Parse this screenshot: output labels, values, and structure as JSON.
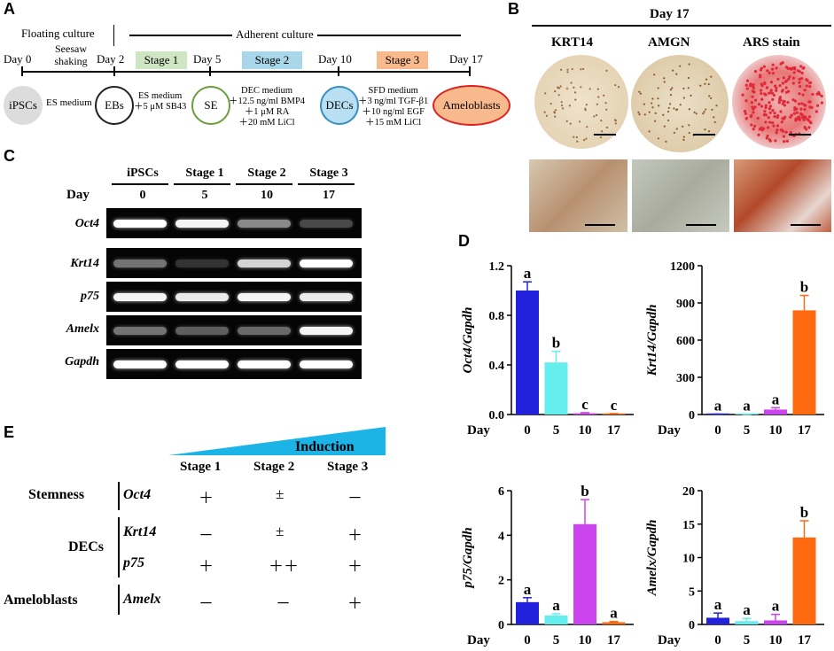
{
  "panels": {
    "a": "A",
    "b": "B",
    "c": "C",
    "d": "D",
    "e": "E"
  },
  "panelA": {
    "floating": "Floating culture",
    "adherent": "Adherent culture",
    "seesaw": "Seesaw shaking",
    "days": [
      "Day 0",
      "Day 2",
      "Day 5",
      "Day 10",
      "Day 17"
    ],
    "stages": [
      {
        "label": "Stage 1",
        "color": "#cfe6c2"
      },
      {
        "label": "Stage 2",
        "color": "#a9d7ea"
      },
      {
        "label": "Stage 3",
        "color": "#f8b98c"
      }
    ],
    "cells": [
      "iPSCs",
      "EBs",
      "SE",
      "DECs",
      "Ameloblasts"
    ],
    "es_medium": "ES medium",
    "eb_cond": [
      "ES medium",
      "＋5 μM SB43"
    ],
    "se_cond": [
      "DEC medium",
      "＋12.5 ng/ml BMP4",
      "＋1 μM RA",
      "＋20 mM LiCl"
    ],
    "dec_cond": [
      "SFD medium",
      "＋3 ng/ml TGF-β1",
      "＋10 ng/ml EGF",
      "＋15 mM LiCl"
    ]
  },
  "panelB": {
    "title": "Day 17",
    "cols": [
      "KRT14",
      "AMGN",
      "ARS stain"
    ]
  },
  "panelC": {
    "headers": [
      "iPSCs",
      "Stage 1",
      "Stage 2",
      "Stage 3"
    ],
    "day_label": "Day",
    "days": [
      "0",
      "5",
      "10",
      "17"
    ],
    "genes": [
      "Oct4",
      "Krt14",
      "p75",
      "Amelx",
      "Gapdh"
    ],
    "intensity": [
      [
        1.0,
        0.95,
        0.45,
        0.15
      ],
      [
        0.35,
        0.05,
        0.8,
        1.0
      ],
      [
        0.95,
        0.9,
        0.95,
        0.9
      ],
      [
        0.35,
        0.25,
        0.3,
        0.95
      ],
      [
        1.0,
        1.0,
        1.0,
        1.0
      ]
    ]
  },
  "chart_data": [
    {
      "type": "bar",
      "ylabel": "Oct4/Gapdh",
      "x_title": "Day",
      "categories": [
        "0",
        "5",
        "10",
        "17"
      ],
      "values": [
        1.0,
        0.42,
        0.01,
        0.005
      ],
      "errors": [
        0.07,
        0.09,
        0.005,
        0.003
      ],
      "letters": [
        "a",
        "b",
        "c",
        "c"
      ],
      "ylim": [
        0,
        1.2
      ],
      "yticks": [
        "0.0",
        "0.4",
        "0.8",
        "1.2"
      ],
      "colors": [
        "#2222dd",
        "#66eeee",
        "#cc44ee",
        "#ff6a10"
      ]
    },
    {
      "type": "bar",
      "ylabel": "Krt14/Gapdh",
      "x_title": "Day",
      "categories": [
        "0",
        "5",
        "10",
        "17"
      ],
      "values": [
        2,
        1,
        40,
        840
      ],
      "errors": [
        1,
        1,
        15,
        120
      ],
      "letters": [
        "a",
        "a",
        "a",
        "b"
      ],
      "ylim": [
        0,
        1200
      ],
      "yticks": [
        "0",
        "300",
        "600",
        "900",
        "1200"
      ],
      "colors": [
        "#2222dd",
        "#66eeee",
        "#cc44ee",
        "#ff6a10"
      ]
    },
    {
      "type": "bar",
      "ylabel": "p75/Gapdh",
      "x_title": "Day",
      "categories": [
        "0",
        "5",
        "10",
        "17"
      ],
      "values": [
        1.0,
        0.4,
        4.5,
        0.1
      ],
      "errors": [
        0.2,
        0.08,
        1.1,
        0.03
      ],
      "letters": [
        "a",
        "a",
        "b",
        "a"
      ],
      "ylim": [
        0,
        6
      ],
      "yticks": [
        "0",
        "2",
        "4",
        "6"
      ],
      "colors": [
        "#2222dd",
        "#66eeee",
        "#cc44ee",
        "#ff6a10"
      ]
    },
    {
      "type": "bar",
      "ylabel": "Amelx/Gapdh",
      "x_title": "Day",
      "categories": [
        "0",
        "5",
        "10",
        "17"
      ],
      "values": [
        1.0,
        0.5,
        0.6,
        13
      ],
      "errors": [
        0.7,
        0.4,
        0.9,
        2.5
      ],
      "letters": [
        "a",
        "a",
        "a",
        "b"
      ],
      "ylim": [
        0,
        20
      ],
      "yticks": [
        "0",
        "5",
        "10",
        "15",
        "20"
      ],
      "colors": [
        "#2222dd",
        "#66eeee",
        "#cc44ee",
        "#ff6a10"
      ]
    }
  ],
  "panelE": {
    "induction": "Induction",
    "stages": [
      "Stage 1",
      "Stage 2",
      "Stage 3"
    ],
    "groups": [
      {
        "name": "Stemness",
        "rows": [
          {
            "gene": "Oct4",
            "vals": [
              "＋",
              "±",
              "－"
            ]
          }
        ]
      },
      {
        "name": "DECs",
        "rows": [
          {
            "gene": "Krt14",
            "vals": [
              "－",
              "±",
              "＋"
            ]
          },
          {
            "gene": "p75",
            "vals": [
              "＋",
              "＋＋",
              "＋"
            ]
          }
        ]
      },
      {
        "name": "Ameloblasts",
        "rows": [
          {
            "gene": "Amelx",
            "vals": [
              "－",
              "－",
              "＋"
            ]
          }
        ]
      }
    ]
  }
}
